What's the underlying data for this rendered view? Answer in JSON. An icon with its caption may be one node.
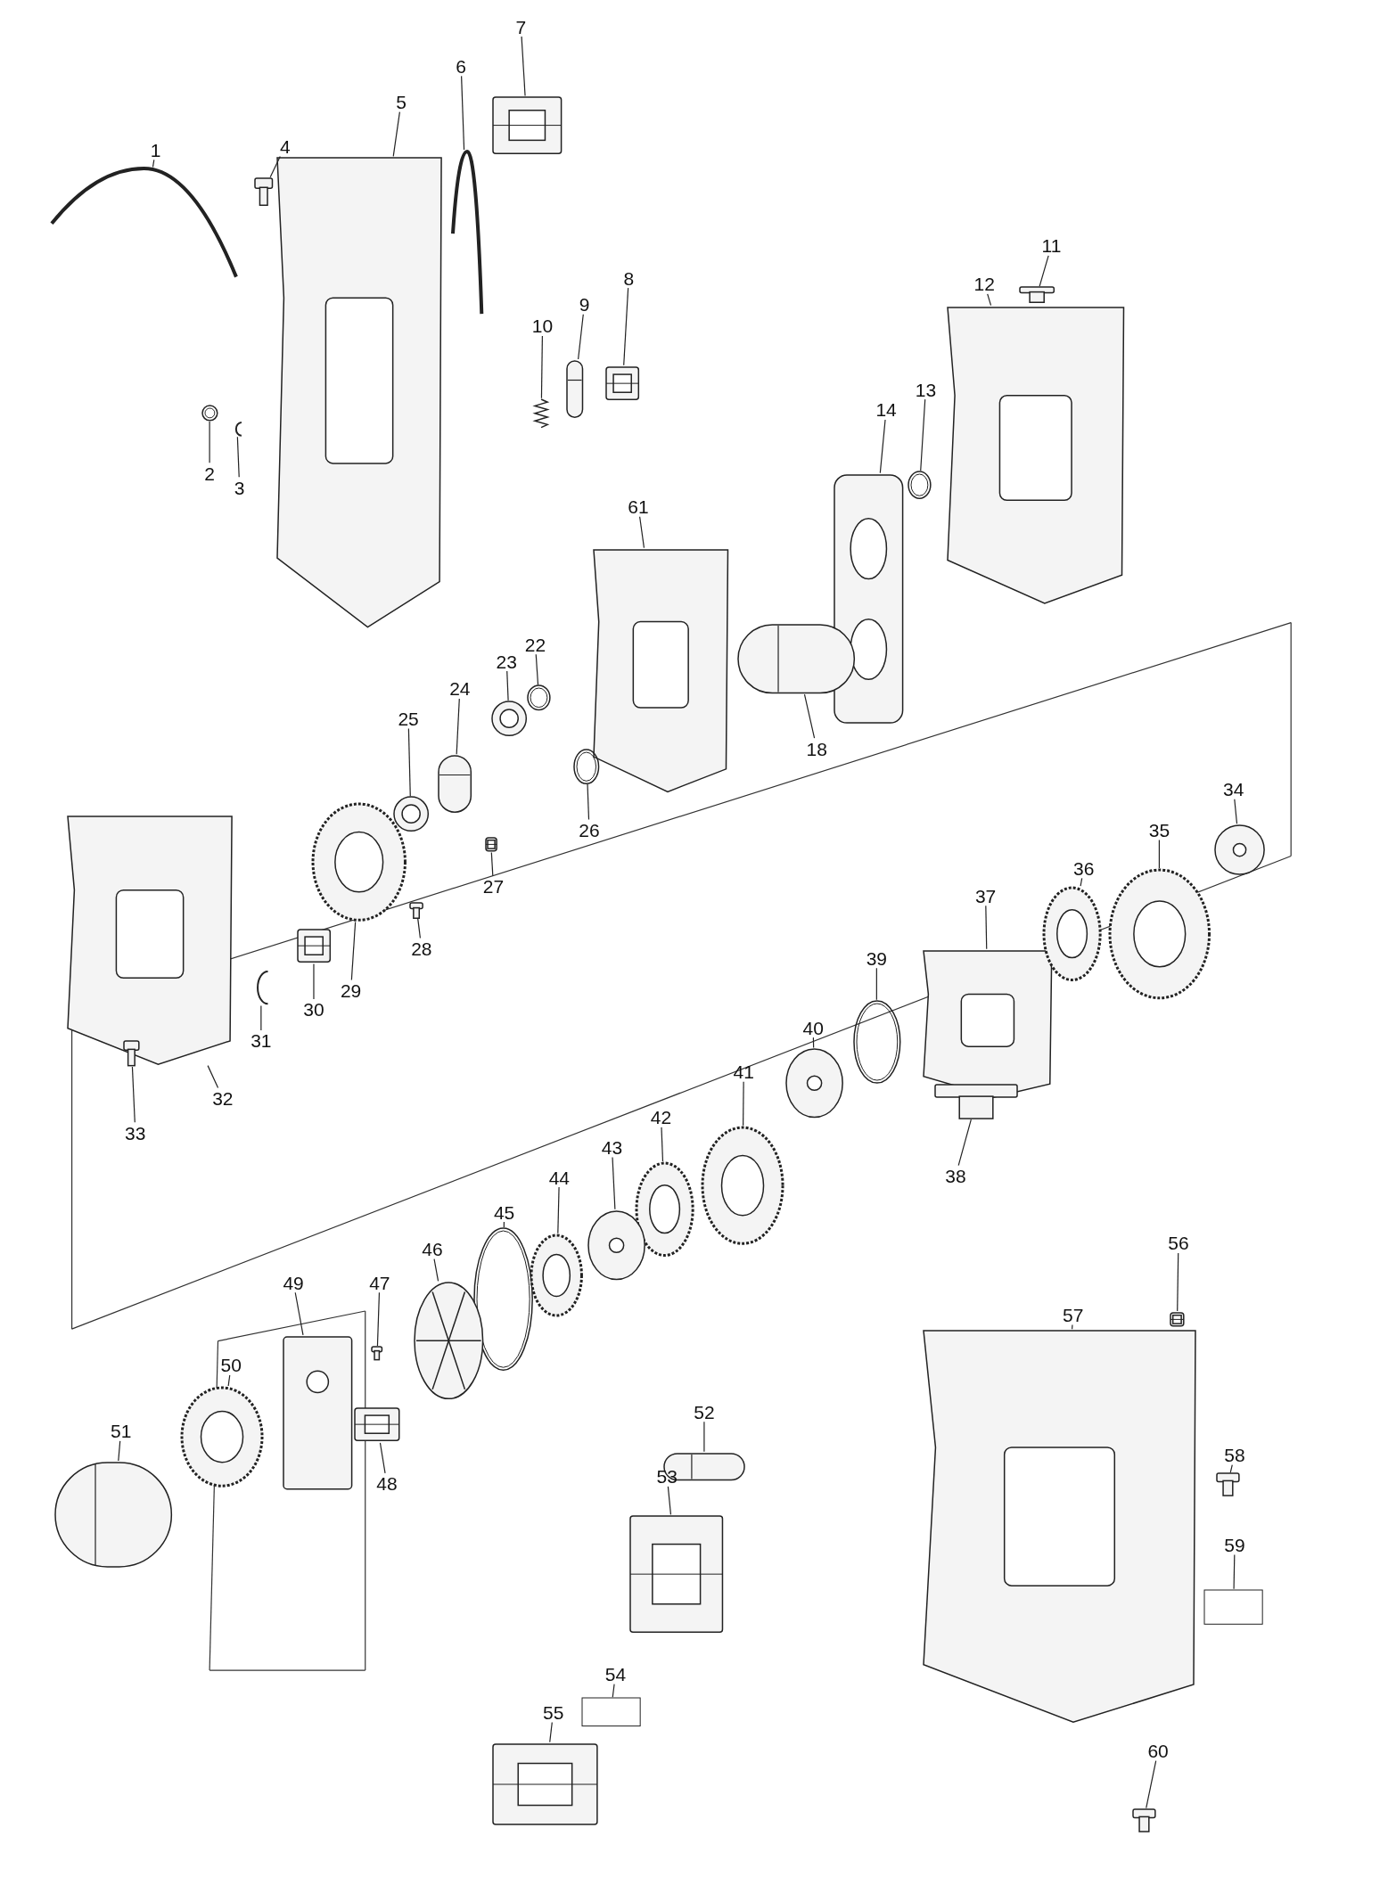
{
  "diagram": {
    "nodes": [
      {
        "text": [
          "1"
        ]
      },
      {
        "text": [],
        "shape": "picture"
      },
      {
        "text": [
          "2"
        ]
      },
      {
        "text": [],
        "shape": "picture"
      },
      {
        "text": [
          "3"
        ]
      },
      {
        "text": [],
        "shape": "picture"
      },
      {
        "text": [
          "4"
        ]
      },
      {
        "text": [],
        "shape": "picture"
      },
      {
        "text": [
          "5"
        ]
      },
      {
        "text": [],
        "shape": "picture"
      },
      {
        "text": [
          "6"
        ]
      },
      {
        "text": [],
        "shape": "picture"
      },
      {
        "text": [
          "7"
        ]
      },
      {
        "text": [],
        "shape": "picture"
      },
      {
        "text": [
          "8"
        ]
      },
      {
        "text": [],
        "shape": "picture"
      },
      {
        "text": [
          "9"
        ]
      },
      {
        "text": [],
        "shape": "picture"
      },
      {
        "text": [
          "10"
        ]
      },
      {
        "text": [],
        "shape": "picture"
      },
      {
        "text": [
          "11"
        ]
      },
      {
        "text": [],
        "shape": "picture"
      },
      {
        "text": [
          "12"
        ]
      },
      {
        "text": [],
        "shape": "picture"
      },
      {
        "text": [
          "13"
        ]
      },
      {
        "text": [],
        "shape": "picture"
      },
      {
        "text": [
          "14"
        ]
      },
      {
        "text": [],
        "shape": "picture"
      },
      {
        "text": [
          "18"
        ]
      },
      {
        "text": [],
        "shape": "picture"
      },
      {
        "text": [
          "22"
        ]
      },
      {
        "text": [],
        "shape": "picture"
      },
      {
        "text": [
          "23"
        ]
      },
      {
        "text": [],
        "shape": "picture"
      },
      {
        "text": [
          "24"
        ]
      },
      {
        "text": [],
        "shape": "picture"
      },
      {
        "text": [
          "25"
        ]
      },
      {
        "text": [],
        "shape": "picture"
      },
      {
        "text": [
          "26"
        ]
      },
      {
        "text": [],
        "shape": "picture"
      },
      {
        "text": [
          "27"
        ]
      },
      {
        "text": [],
        "shape": "picture"
      },
      {
        "text": [
          "28"
        ]
      },
      {
        "text": [],
        "shape": "picture"
      },
      {
        "text": [
          "29"
        ]
      },
      {
        "text": [],
        "shape": "picture"
      },
      {
        "text": [
          "30"
        ]
      },
      {
        "text": [],
        "shape": "picture"
      },
      {
        "text": [
          "31"
        ]
      },
      {
        "text": [],
        "shape": "picture"
      },
      {
        "text": [
          "32"
        ]
      },
      {
        "text": [],
        "shape": "picture"
      },
      {
        "text": [
          "33"
        ]
      },
      {
        "text": [],
        "shape": "picture"
      },
      {
        "text": [
          "34"
        ]
      },
      {
        "text": [],
        "shape": "picture"
      },
      {
        "text": [
          "35"
        ]
      },
      {
        "text": [],
        "shape": "picture"
      },
      {
        "text": [
          "36"
        ]
      },
      {
        "text": [],
        "shape": "picture"
      },
      {
        "text": [
          "37"
        ]
      },
      {
        "text": [],
        "shape": "picture"
      },
      {
        "text": [
          "38"
        ]
      },
      {
        "text": [],
        "shape": "picture"
      },
      {
        "text": [
          "39"
        ]
      },
      {
        "text": [],
        "shape": "picture"
      },
      {
        "text": [
          "40"
        ]
      },
      {
        "text": [],
        "shape": "picture"
      },
      {
        "text": [
          "41"
        ]
      },
      {
        "text": [],
        "shape": "picture"
      },
      {
        "text": [
          "42"
        ]
      },
      {
        "text": [],
        "shape": "picture"
      },
      {
        "text": [
          "43"
        ]
      },
      {
        "text": [],
        "shape": "picture"
      },
      {
        "text": [
          "44"
        ]
      },
      {
        "text": [],
        "shape": "picture"
      },
      {
        "text": [
          "45"
        ]
      },
      {
        "text": [],
        "shape": "picture"
      },
      {
        "text": [
          "46"
        ]
      },
      {
        "text": [],
        "shape": "picture"
      },
      {
        "text": [
          "47"
        ]
      },
      {
        "text": [],
        "shape": "picture"
      },
      {
        "text": [
          "48"
        ]
      },
      {
        "text": [],
        "shape": "picture"
      },
      {
        "text": [
          "49"
        ]
      },
      {
        "text": [],
        "shape": "picture"
      },
      {
        "text": [
          "50"
        ]
      },
      {
        "text": [],
        "shape": "picture"
      },
      {
        "text": [
          "51"
        ]
      },
      {
        "text": [],
        "shape": "picture"
      },
      {
        "text": [
          "52"
        ]
      },
      {
        "text": [],
        "shape": "picture"
      },
      {
        "text": [
          "53"
        ]
      },
      {
        "text": [],
        "shape": "picture"
      },
      {
        "text": [
          "54"
        ]
      },
      {
        "text": [],
        "shape": "box"
      },
      {
        "text": [
          "55"
        ]
      },
      {
        "text": [],
        "shape": "picture"
      },
      {
        "text": [
          "56"
        ]
      },
      {
        "text": [],
        "shape": "picture"
      },
      {
        "text": [
          "57"
        ]
      },
      {
        "text": [],
        "shape": "picture"
      },
      {
        "text": [
          "58"
        ]
      },
      {
        "text": [],
        "shape": "picture"
      },
      {
        "text": [
          "59"
        ]
      },
      {
        "text": [],
        "shape": "box"
      },
      {
        "text": [
          "60"
        ]
      },
      {
        "text": [],
        "shape": "picture"
      },
      {
        "text": [
          "61"
        ]
      },
      {
        "text": [],
        "shape": "picture"
      }
    ],
    "edges": [
      {
        "from": 0,
        "to": 1,
        "arrow": "none"
      },
      {
        "from": 2,
        "to": 3,
        "arrow": "none"
      },
      {
        "from": 4,
        "to": 5,
        "arrow": "none"
      },
      {
        "from": 6,
        "to": 7,
        "arrow": "none"
      },
      {
        "from": 8,
        "to": 9,
        "arrow": "none"
      },
      {
        "from": 10,
        "to": 11,
        "arrow": "none"
      },
      {
        "from": 12,
        "to": 13,
        "arrow": "none"
      },
      {
        "from": 14,
        "to": 15,
        "arrow": "none"
      },
      {
        "from": 16,
        "to": 17,
        "arrow": "none"
      },
      {
        "from": 18,
        "to": 19,
        "arrow": "none"
      },
      {
        "from": 20,
        "to": 21,
        "arrow": "none"
      },
      {
        "from": 22,
        "to": 23,
        "arrow": "none"
      },
      {
        "from": 24,
        "to": 25,
        "arrow": "none"
      },
      {
        "from": 26,
        "to": 27,
        "arrow": "none"
      },
      {
        "from": 28,
        "to": 29,
        "arrow": "none"
      },
      {
        "from": 30,
        "to": 31,
        "arrow": "none"
      },
      {
        "from": 32,
        "to": 33,
        "arrow": "none"
      },
      {
        "from": 34,
        "to": 35,
        "arrow": "none"
      },
      {
        "from": 36,
        "to": 37,
        "arrow": "none"
      },
      {
        "from": 38,
        "to": 39,
        "arrow": "none"
      },
      {
        "from": 40,
        "to": 41,
        "arrow": "none"
      },
      {
        "from": 42,
        "to": 43,
        "arrow": "none"
      },
      {
        "from": 44,
        "to": 45,
        "arrow": "none"
      },
      {
        "from": 46,
        "to": 47,
        "arrow": "none"
      },
      {
        "from": 48,
        "to": 49,
        "arrow": "none"
      },
      {
        "from": 50,
        "to": 51,
        "arrow": "none"
      },
      {
        "from": 52,
        "to": 53,
        "arrow": "none"
      },
      {
        "from": 54,
        "to": 55,
        "arrow": "none"
      },
      {
        "from": 56,
        "to": 57,
        "arrow": "none"
      },
      {
        "from": 58,
        "to": 59,
        "arrow": "none"
      },
      {
        "from": 60,
        "to": 61,
        "arrow": "none"
      },
      {
        "from": 62,
        "to": 63,
        "arrow": "none"
      },
      {
        "from": 64,
        "to": 65,
        "arrow": "none"
      },
      {
        "from": 66,
        "to": 67,
        "arrow": "none"
      },
      {
        "from": 68,
        "to": 69,
        "arrow": "none"
      },
      {
        "from": 70,
        "to": 71,
        "arrow": "none"
      },
      {
        "from": 72,
        "to": 73,
        "arrow": "none"
      },
      {
        "from": 74,
        "to": 75,
        "arrow": "none"
      },
      {
        "from": 76,
        "to": 77,
        "arrow": "none"
      },
      {
        "from": 78,
        "to": 79,
        "arrow": "none"
      },
      {
        "from": 80,
        "to": 81,
        "arrow": "none"
      },
      {
        "from": 82,
        "to": 83,
        "arrow": "none"
      },
      {
        "from": 84,
        "to": 85,
        "arrow": "none"
      },
      {
        "from": 86,
        "to": 87,
        "arrow": "none"
      },
      {
        "from": 88,
        "to": 89,
        "arrow": "none"
      },
      {
        "from": 90,
        "to": 91,
        "arrow": "none"
      },
      {
        "from": 92,
        "to": 93,
        "arrow": "none"
      },
      {
        "from": 94,
        "to": 95,
        "arrow": "none"
      },
      {
        "from": 96,
        "to": 97,
        "arrow": "none"
      },
      {
        "from": 98,
        "to": 99,
        "arrow": "none"
      },
      {
        "from": 100,
        "to": 101,
        "arrow": "none"
      },
      {
        "from": 102,
        "to": 103,
        "arrow": "none"
      },
      {
        "from": 104,
        "to": 105,
        "arrow": "none"
      },
      {
        "from": 106,
        "to": 107,
        "arrow": "none"
      },
      {
        "from": 108,
        "to": 109,
        "arrow": "none"
      }
    ]
  }
}
